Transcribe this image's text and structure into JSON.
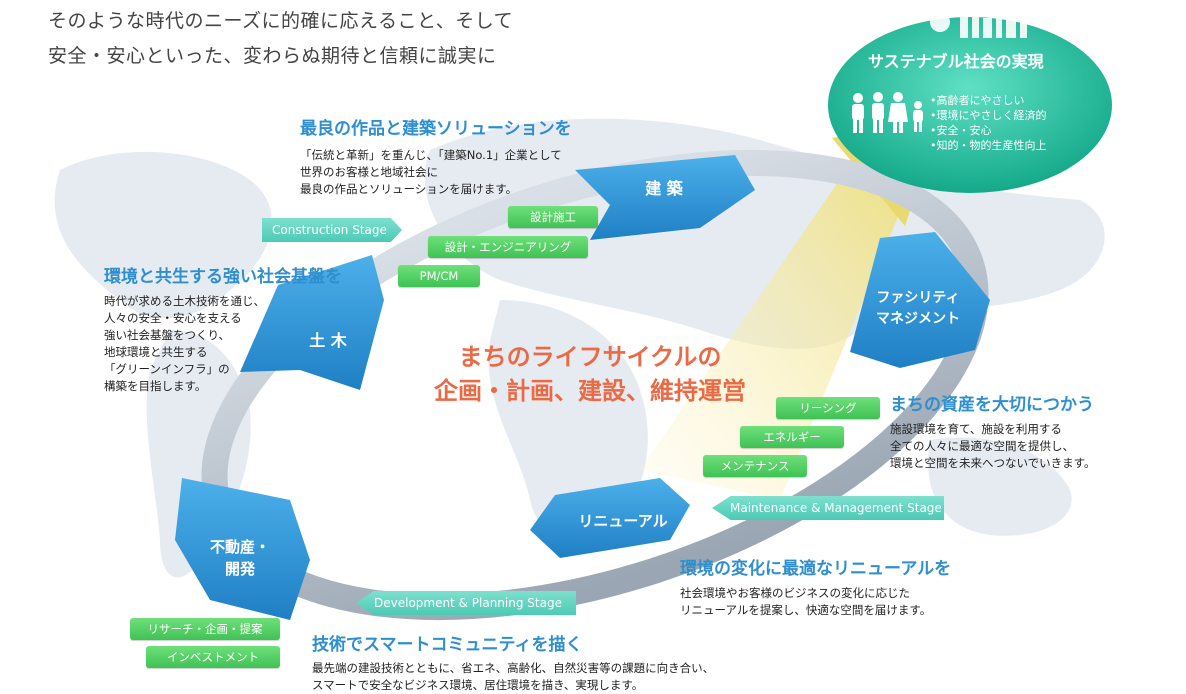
{
  "intro": {
    "line1": "そのような時代のニーズに的確に応えること、そして",
    "line2": "安全・安心といった、変わらぬ期待と信頼に誠実に"
  },
  "goal": {
    "title": "サステナブル社会の実現",
    "items": [
      "•高齢者にやさしい",
      "•環境にやさしく経済的",
      "•安全・安心",
      "•知的・物的生産性向上"
    ]
  },
  "center": {
    "line1": "まちのライフサイクルの",
    "line2": "企画・計画、建設、維持運営"
  },
  "nodes": {
    "kenchiku": "建 築",
    "doboku": "土 木",
    "facility_line1": "ファシリティ",
    "facility_line2": "マネジメント",
    "renewal": "リニューアル",
    "fudosan_line1": "不動産・",
    "fudosan_line2": "開発"
  },
  "stages": {
    "construction": "Construction Stage",
    "maintenance": "Maintenance & Management Stage",
    "development": "Development & Planning Stage"
  },
  "tags": {
    "sekkei_seko": "設計施工",
    "engineering": "設計・エンジニアリング",
    "pmcm": "PM/CM",
    "leasing": "リーシング",
    "energy": "エネルギー",
    "maintenance": "メンテナンス",
    "research": "リサーチ・企画・提案",
    "investment": "インベストメント"
  },
  "sections": {
    "kenchiku": {
      "heading": "最良の作品と建築ソリューションを",
      "lines": [
        "「伝統と革新」を重んじ、「建築No.1」企業として",
        "世界のお客様と地域社会に",
        "最良の作品とソリューションを届けます。"
      ]
    },
    "doboku": {
      "heading": "環境と共生する強い社会基盤を",
      "lines": [
        "時代が求める土木技術を通じ、",
        "人々の安全・安心を支える",
        "強い社会基盤をつくり、",
        "地球環境と共生する",
        "「グリーンインフラ」の",
        "構築を目指します。"
      ]
    },
    "facility": {
      "heading": "まちの資産を大切につかう",
      "lines": [
        "施設環境を育て、施設を利用する",
        "全ての人々に最適な空間を提供し、",
        "環境と空間を未来へつないでいきます。"
      ]
    },
    "renewal": {
      "heading": "環境の変化に最適なリニューアルを",
      "lines": [
        "社会環境やお客様のビジネスの変化に応じた",
        "リニューアルを提案し、快適な空間を届けます。"
      ]
    },
    "fudosan": {
      "heading": "技術でスマートコミュニティを描く",
      "lines": [
        "最先端の建設技術とともに、省エネ、高齢化、自然災害等の課題に向き合い、",
        "スマートで安全なビジネス環境、居住環境を描き、実現します。"
      ]
    }
  },
  "colors": {
    "heading": "#2f8fce",
    "center_title": "#ea6a45",
    "node_blue": "#2a8fd2",
    "tag_green": "#4cc95e",
    "stage_teal": "#5fd1bd",
    "goal_teal": "#22b89a"
  }
}
